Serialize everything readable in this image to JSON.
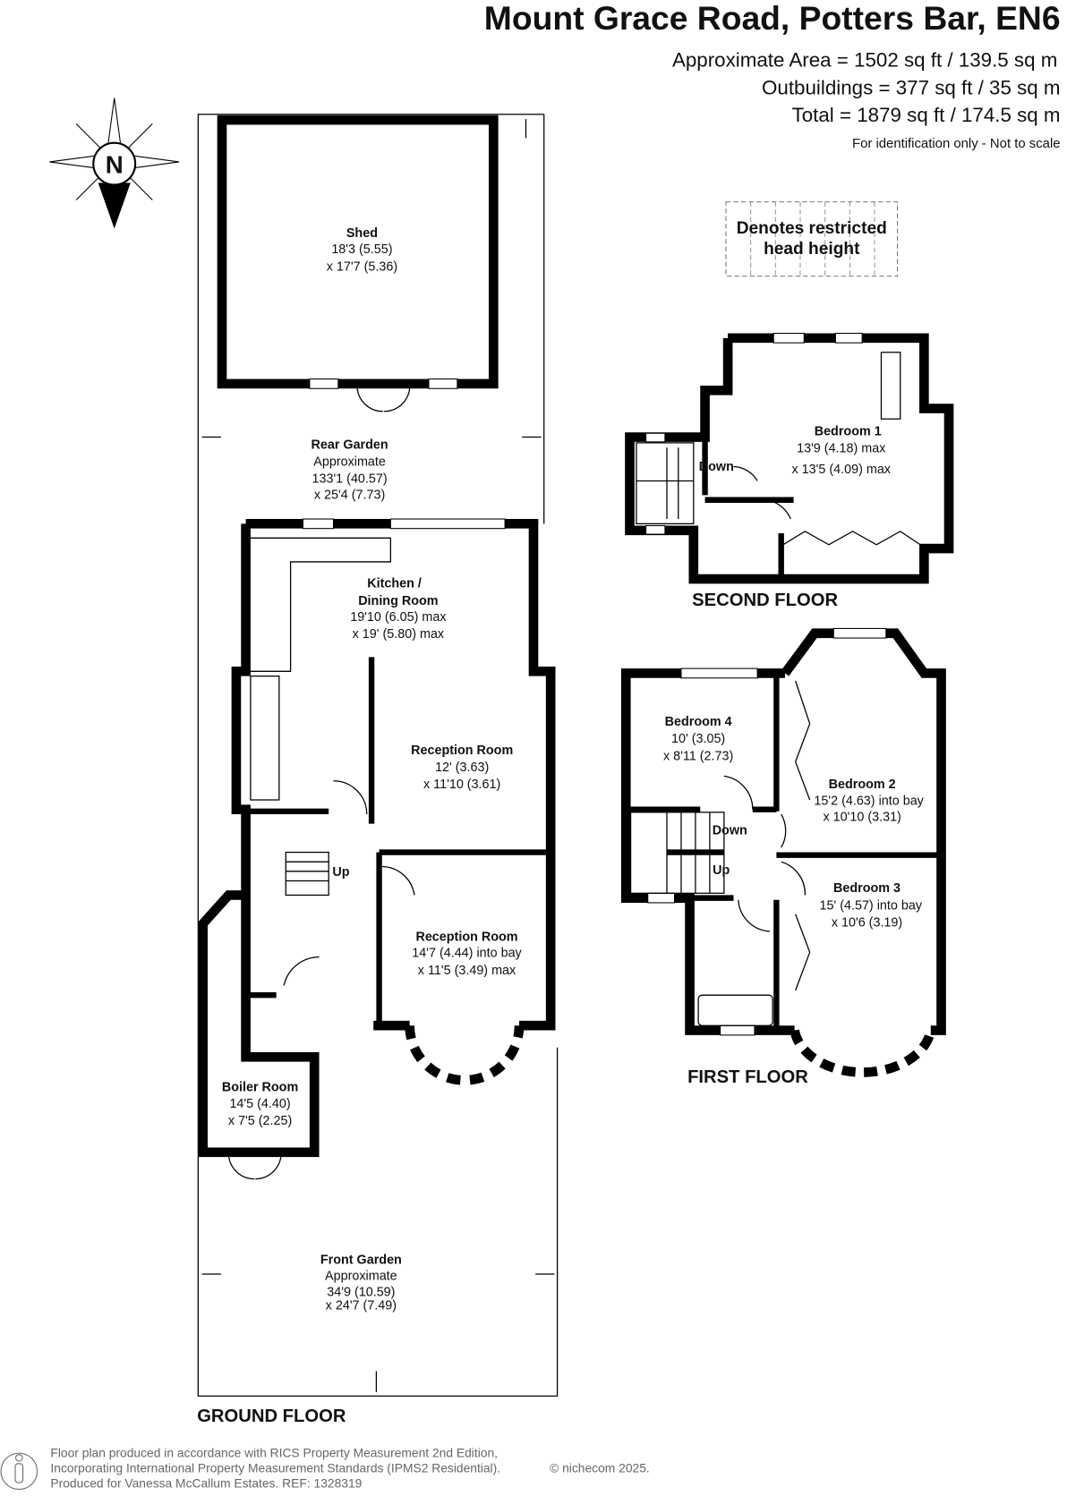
{
  "header": {
    "title": "Mount Grace Road, Potters Bar, EN6",
    "area": "Approximate Area = 1502 sq ft / 139.5 sq m",
    "outbuildings": "Outbuildings = 377 sq ft / 35 sq m",
    "total": "Total = 1879 sq ft / 174.5 sq m",
    "disclaimer": "For identification only - Not to scale"
  },
  "compass": {
    "label": "N"
  },
  "legend": {
    "line1": "Denotes restricted",
    "line2": "head height"
  },
  "ground_floor": {
    "label": "GROUND FLOOR",
    "up": "Up",
    "rooms": [
      {
        "name": "Shed",
        "dim1": "18'3 (5.55)",
        "dim2": "x 17'7 (5.36)"
      },
      {
        "name": "Rear Garden",
        "note": "Approximate",
        "dim1": "133'1 (40.57)",
        "dim2": "x 25'4 (7.73)"
      },
      {
        "name": "Kitchen /",
        "name2": "Dining Room",
        "dim1": "19'10 (6.05) max",
        "dim2": "x 19' (5.80) max"
      },
      {
        "name": "Reception Room",
        "dim1": "12' (3.63)",
        "dim2": "x 11'10 (3.61)"
      },
      {
        "name": "Reception Room",
        "dim1": "14'7 (4.44) into bay",
        "dim2": "x 11'5 (3.49) max"
      },
      {
        "name": "Boiler Room",
        "dim1": "14'5 (4.40)",
        "dim2": "x 7'5 (2.25)"
      },
      {
        "name": "Front Garden",
        "note": "Approximate",
        "dim1": "34'9 (10.59)",
        "dim2": "x 24'7 (7.49)"
      }
    ]
  },
  "first_floor": {
    "label": "FIRST FLOOR",
    "down": "Down",
    "up": "Up",
    "rooms": [
      {
        "name": "Bedroom 4",
        "dim1": "10' (3.05)",
        "dim2": "x 8'11 (2.73)"
      },
      {
        "name": "Bedroom 2",
        "dim1": "15'2 (4.63) into bay",
        "dim2": "x 10'10 (3.31)"
      },
      {
        "name": "Bedroom 3",
        "dim1": "15' (4.57) into bay",
        "dim2": "x 10'6 (3.19)"
      }
    ]
  },
  "second_floor": {
    "label": "SECOND FLOOR",
    "down": "Down",
    "rooms": [
      {
        "name": "Bedroom 1",
        "dim1": "13'9 (4.18) max",
        "dim2": "x 13'5 (4.09) max"
      }
    ]
  },
  "footer": {
    "line1": "Floor plan produced in accordance with RICS Property Measurement 2nd Edition,",
    "line2": "Incorporating International Property Measurement Standards (IPMS2 Residential).",
    "copyright": "© nichecom 2025.",
    "line3": "Produced for Vanessa McCallum Estates.   REF:  1328319"
  }
}
